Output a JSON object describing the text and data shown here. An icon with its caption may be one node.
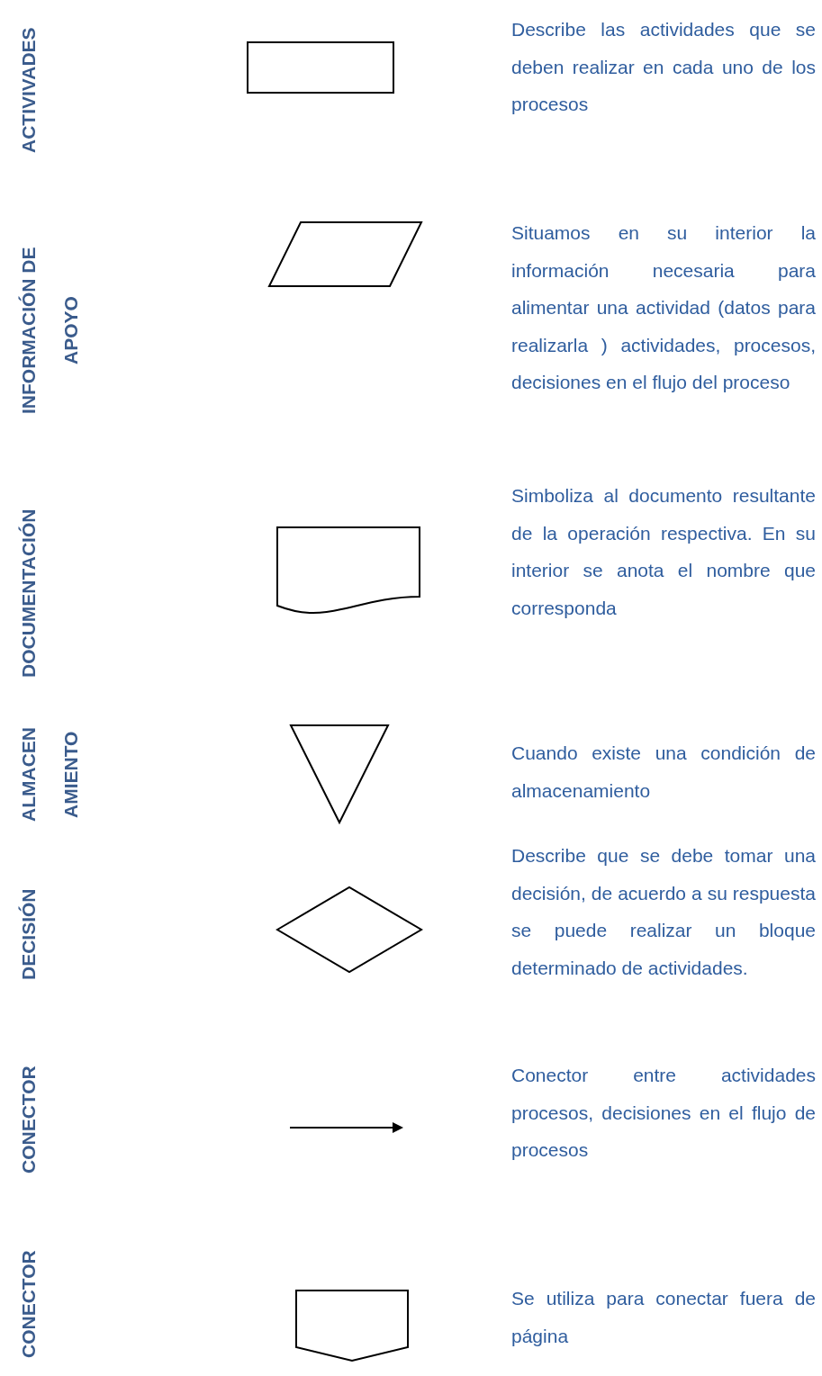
{
  "diagram": {
    "nodes": [
      {
        "text": [],
        "shape": "box"
      },
      {
        "text": [],
        "shape": "parallelogram"
      },
      {
        "text": [],
        "shape": "document"
      },
      {
        "text": [],
        "shape": "triangle"
      },
      {
        "text": [],
        "shape": "diamond"
      },
      {
        "text": [],
        "shape": "pentagon"
      }
    ],
    "labels": [
      "ACTIVIVADES",
      "Describe las actividades que se deben realizar en cada uno de los procesos",
      "INFORMACIÓN DE APOYO",
      "Situamos en su interior la información necesaria para alimentar una actividad (datos para realizarla ) actividades, procesos, decisiones en el flujo del proceso",
      "DOCUMENTACIÓN",
      "Simboliza al documento resultante de la operación respectiva. En su interior se anota el nombre que corresponda",
      "ALMACEN AMIENTO",
      "Cuando existe una condición de almacenamiento",
      "DECISIÓN",
      "Describe que se debe tomar una decisión, de acuerdo a su respuesta se puede realizar un bloque determinado de actividades.",
      "CONECTOR",
      "Conector entre actividades procesos, decisiones en el flujo de procesos",
      "CONECTOR",
      "Se utiliza para conectar fuera de página"
    ]
  }
}
